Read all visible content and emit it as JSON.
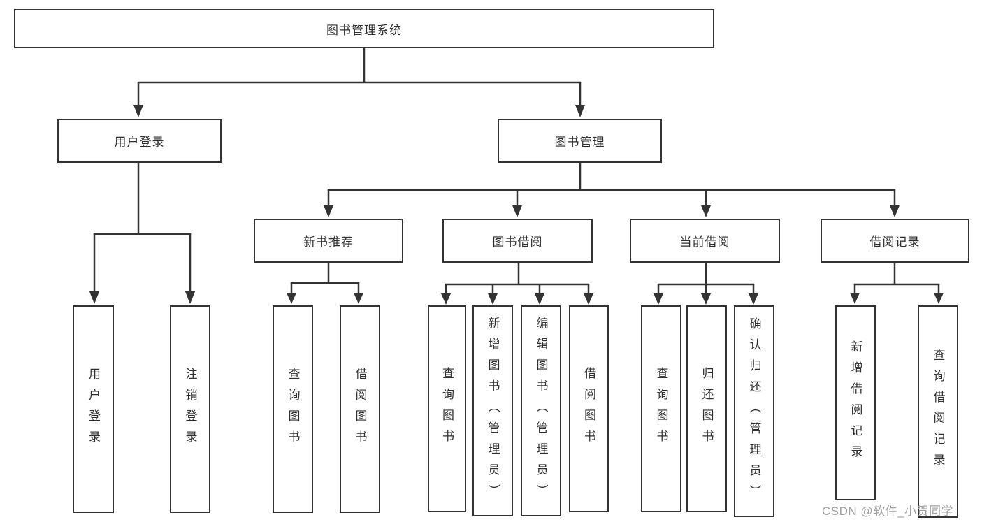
{
  "colors": {
    "line": "#333333",
    "text": "#2f2f2f",
    "box_background": "#ffffff",
    "watermark": "#a0a0a0"
  },
  "watermark": "CSDN @软件_小贺同学",
  "tree": {
    "label": "图书管理系统",
    "children": [
      {
        "label": "用户登录",
        "children": [
          {
            "label": "用户登录"
          },
          {
            "label": "注销登录"
          }
        ]
      },
      {
        "label": "图书管理",
        "children": [
          {
            "label": "新书推荐",
            "children": [
              {
                "label": "查询图书"
              },
              {
                "label": "借阅图书"
              }
            ]
          },
          {
            "label": "图书借阅",
            "children": [
              {
                "label": "查询图书"
              },
              {
                "label": "新增图书（管理员）"
              },
              {
                "label": "编辑图书（管理员）"
              },
              {
                "label": "借阅图书"
              }
            ]
          },
          {
            "label": "当前借阅",
            "children": [
              {
                "label": "查询图书"
              },
              {
                "label": "归还图书"
              },
              {
                "label": "确认归还（管理员）"
              }
            ]
          },
          {
            "label": "借阅记录",
            "children": [
              {
                "label": "新增借阅记录"
              },
              {
                "label": "查询借阅记录"
              }
            ]
          }
        ]
      }
    ]
  }
}
